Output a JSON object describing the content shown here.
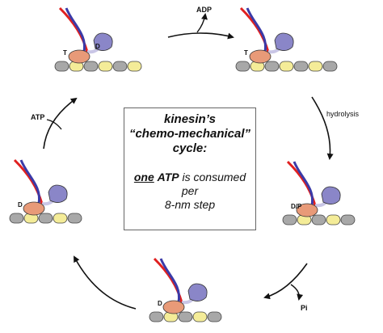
{
  "box": {
    "line1": "kinesin’s",
    "line2": "“chemo-mechanical”",
    "line3": "cycle:",
    "emph_one": "one",
    "atp": "ATP",
    "consumed": "is consumed",
    "per": "per",
    "step": "8-nm step"
  },
  "labels": {
    "adp": "ADP",
    "hydrolysis": "hydrolysis",
    "pi": "Pi",
    "atp": "ATP"
  },
  "states": [
    {
      "head_label": "T",
      "second_label": "D"
    },
    {
      "head_label": "T",
      "second_label": ""
    },
    {
      "head_label": "D/P",
      "second_label": ""
    },
    {
      "head_label": "D",
      "second_label": ""
    },
    {
      "head_label": "D",
      "second_label": ""
    }
  ],
  "colors": {
    "tubulin_grey": "#a8a8a8",
    "tubulin_yellow": "#f4ec98",
    "head_salmon": "#e89a78",
    "head_purple": "#8a86c8",
    "neck_light": "#c9c6e6",
    "coil_red": "#e02020",
    "coil_blue": "#3a3aa8",
    "arrow": "#111111"
  }
}
